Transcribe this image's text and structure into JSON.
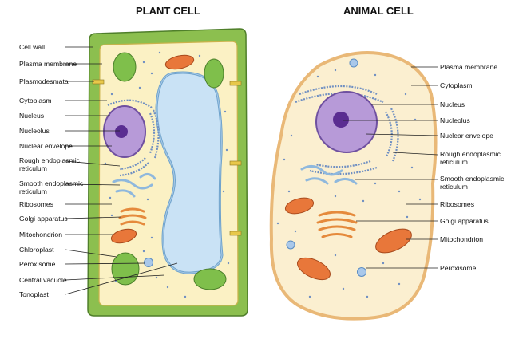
{
  "titles": {
    "plant": "PLANT CELL",
    "animal": "ANIMAL CELL"
  },
  "plant_labels": [
    {
      "text": "Cell wall"
    },
    {
      "text": "Plasma membrane"
    },
    {
      "text": "Plasmodesmata"
    },
    {
      "text": "Cytoplasm"
    },
    {
      "text": "Nucleus"
    },
    {
      "text": "Nucleolus"
    },
    {
      "text": "Nuclear envelope"
    },
    {
      "text": "Rough endoplasmic\nreticulum"
    },
    {
      "text": "Smooth endoplasmic\nreticulum"
    },
    {
      "text": "Ribosomes"
    },
    {
      "text": "Golgi apparatus"
    },
    {
      "text": "Mitochondrion"
    },
    {
      "text": "Chloroplast"
    },
    {
      "text": "Peroxisome"
    },
    {
      "text": "Central vacuole"
    },
    {
      "text": "Tonoplast"
    }
  ],
  "animal_labels": [
    {
      "text": "Plasma membrane"
    },
    {
      "text": "Cytoplasm"
    },
    {
      "text": "Nucleus"
    },
    {
      "text": "Nucleolus"
    },
    {
      "text": "Nuclear envelope"
    },
    {
      "text": "Rough endoplasmic\nreticulum"
    },
    {
      "text": "Smooth endoplasmic\nreticulum"
    },
    {
      "text": "Ribosomes"
    },
    {
      "text": "Golgi apparatus"
    },
    {
      "text": "Mitochondrion"
    },
    {
      "text": "Peroxisome"
    }
  ],
  "colors": {
    "cell_wall": "#8cbf4f",
    "cytoplasm": "#fbf1c4",
    "vacuole": "#c9e2f5",
    "nucleus": "#b79ad8",
    "nucleolus": "#5a2d91",
    "er": "#6f8fc2",
    "mitochondrion": "#e8773a",
    "chloroplast": "#7fbf4b",
    "peroxisome": "#a9c8ea",
    "animal_cytoplasm": "#fbefd0",
    "animal_membrane": "#e9b877"
  }
}
